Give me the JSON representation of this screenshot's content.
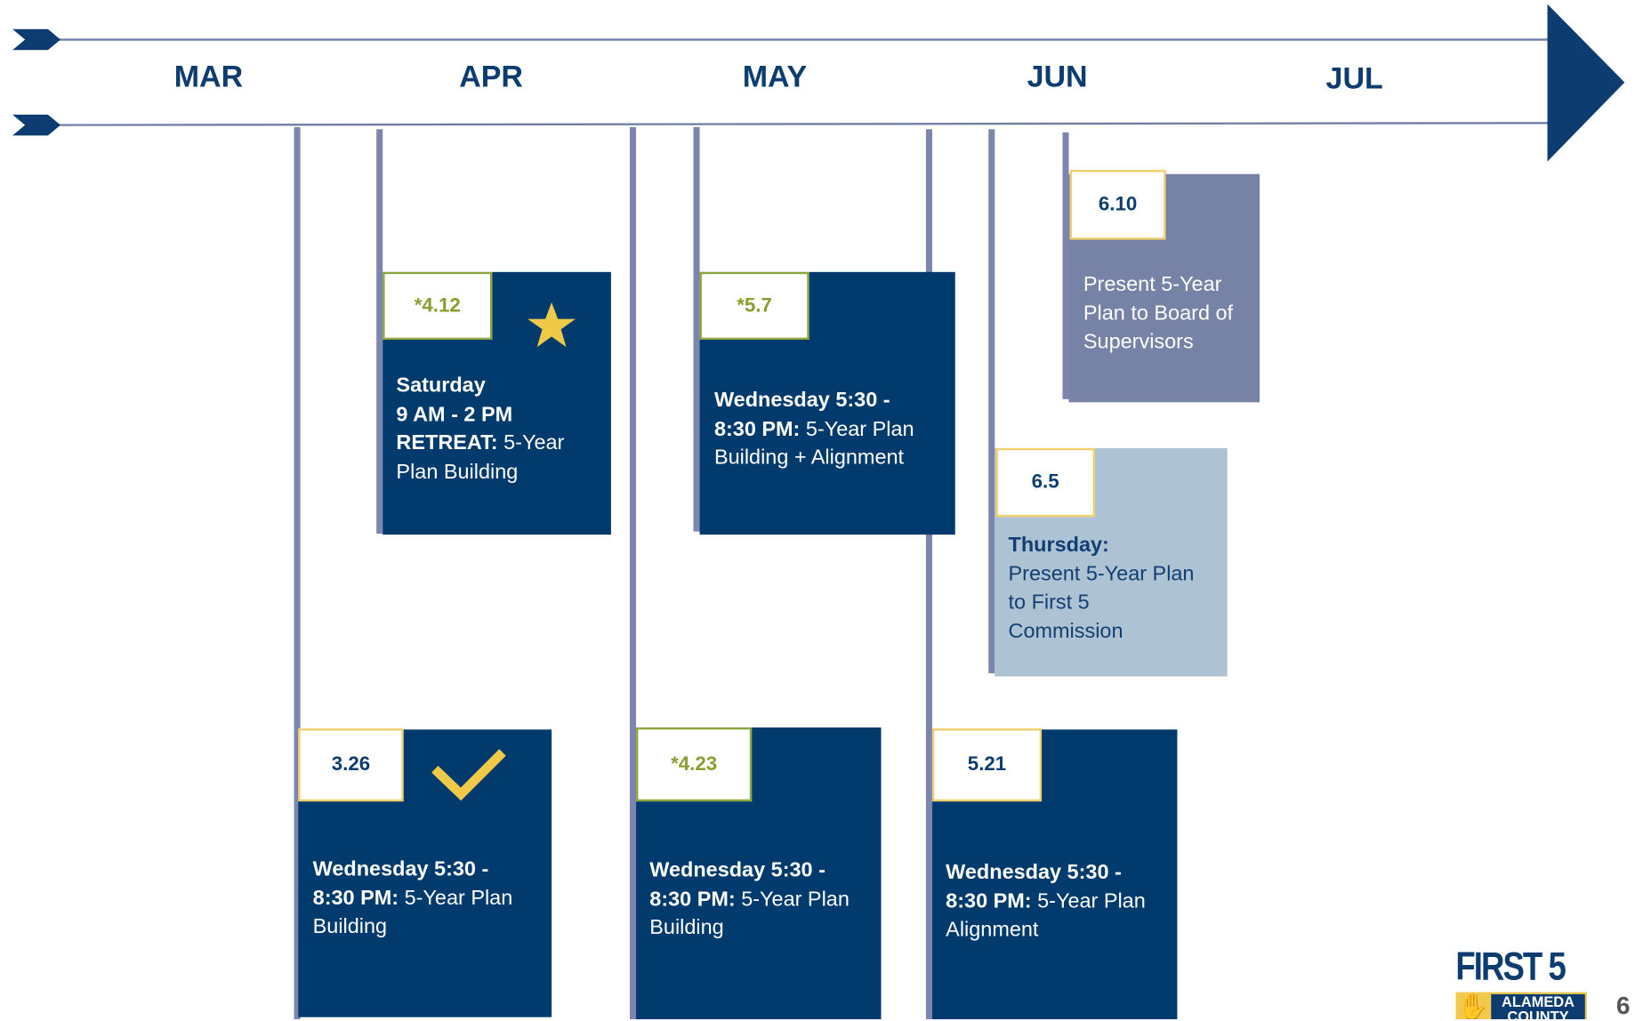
{
  "timeline": {
    "months": [
      "MAR",
      "APR",
      "MAY",
      "JUN",
      "JUL"
    ]
  },
  "events": [
    {
      "date": "3.26",
      "line1_bold": "Wednesday 5:30 -",
      "line2_bold": "8:30 PM:",
      "line2_rest": " 5-Year Plan",
      "line3": "Building",
      "mark": "check-icon"
    },
    {
      "date": "*4.12",
      "line1_bold": "Saturday",
      "line2_bold": "9 AM - 2 PM",
      "line3_bold": "RETREAT:",
      "line3_rest": " 5-Year",
      "line4": "Plan Building",
      "mark": "star-icon"
    },
    {
      "date": "*4.23",
      "line1_bold": "Wednesday 5:30 -",
      "line2_bold": "8:30 PM:",
      "line2_rest": " 5-Year Plan",
      "line3": "Building"
    },
    {
      "date": "*5.7",
      "line1_bold": "Wednesday 5:30 -",
      "line2_bold": "8:30 PM:",
      "line2_rest": " 5-Year Plan",
      "line3": "Building + Alignment"
    },
    {
      "date": "5.21",
      "line1_bold": "Wednesday 5:30 -",
      "line2_bold": "8:30 PM:",
      "line2_rest": " 5-Year Plan",
      "line3": "Alignment"
    },
    {
      "date": "6.5",
      "line1_bold": "Thursday:",
      "line2": "Present 5-Year Plan",
      "line3": "to First 5",
      "line4": "Commission"
    },
    {
      "date": "6.10",
      "line1": "Present 5-Year",
      "line2": "Plan to Board of",
      "line3": "Supervisors"
    }
  ],
  "logo": {
    "brand": "FIRST 5",
    "sub_line1": "ALAMEDA",
    "sub_line2": "COUNTY"
  },
  "page_number": "6",
  "colors": {
    "navy": "#013b6e",
    "slate": "#7783a6",
    "light": "#adc2d2",
    "gold": "#f2cf6b",
    "green": "#8da73a"
  }
}
